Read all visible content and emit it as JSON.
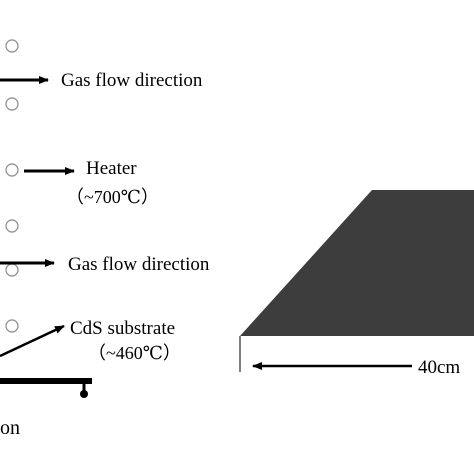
{
  "labels": {
    "gas_flow_top": "Gas flow direction",
    "heater": "Heater",
    "heater_temp": "（~700℃）",
    "gas_flow_bottom": "Gas flow direction",
    "substrate": "CdS substrate",
    "substrate_temp": "（~460℃）",
    "length": "40cm",
    "bottom_text": "on"
  },
  "colors": {
    "ink": "#000000",
    "furnace": "#3d3d3d",
    "heater_circle": "#9a9a9a"
  }
}
